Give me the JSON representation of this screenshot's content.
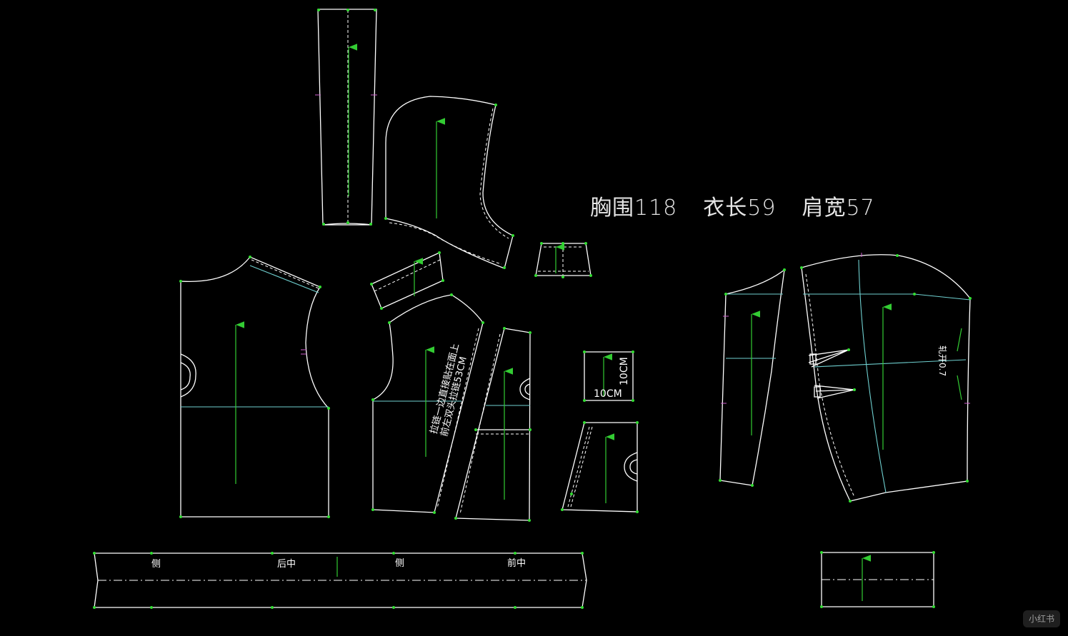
{
  "header": {
    "bust": "胸围118",
    "length": "衣长59",
    "shoulder": "肩宽57"
  },
  "waistband_labels": {
    "side_1": "侧",
    "center_back": "后中",
    "side_2": "侧",
    "center_front": "前中"
  },
  "zipper_note": {
    "line_1": "拉链一边直接贴在面上",
    "line_2": "前左双头拉链53CM"
  },
  "pocket_square": {
    "width_label": "10CM",
    "height_label": "10CM"
  },
  "sleeve_note": "轧开0.7",
  "watermark": "小红书",
  "colors": {
    "background": "#000000",
    "outline": "#ffffff",
    "grainline": "#33cc33",
    "guide": "#6fd0d0",
    "notch": "#d060d0"
  }
}
